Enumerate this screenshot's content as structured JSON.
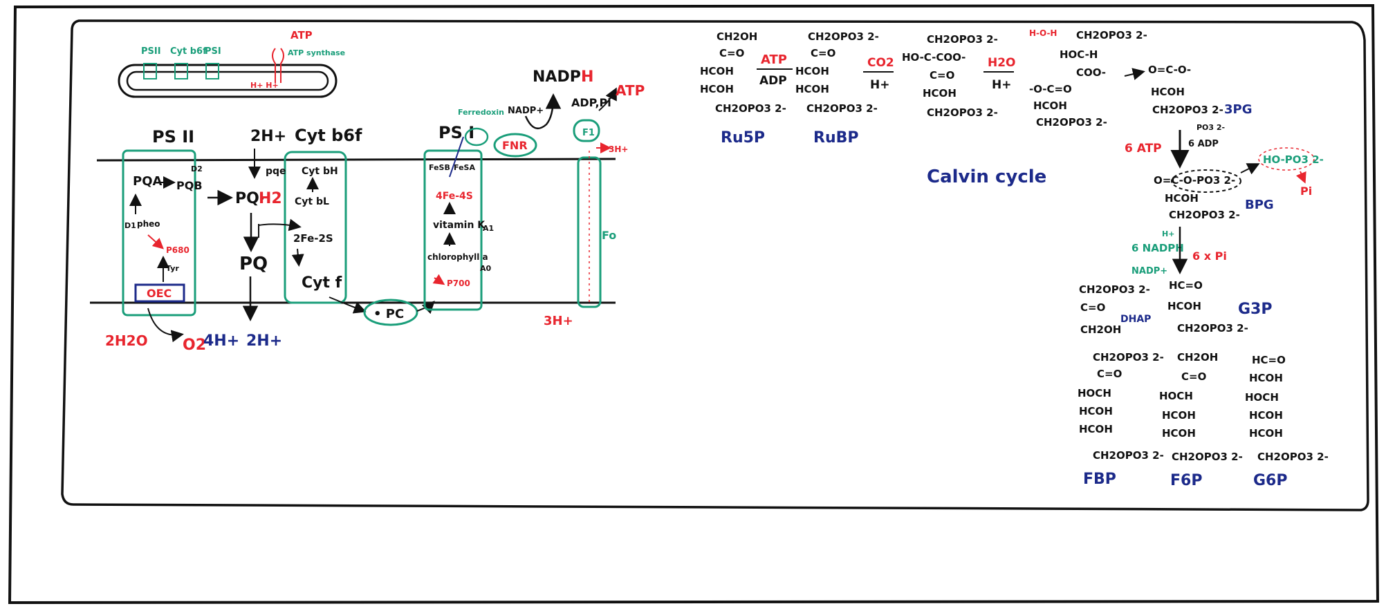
{
  "colors": {
    "ink": "#111111",
    "red": "#e8252e",
    "green": "#1a9e7a",
    "navy": "#1c2a8a"
  },
  "thylakoid_icon": {
    "labels": [
      "PSII",
      "Cyt b6f",
      "PSI"
    ],
    "atp": "ATP",
    "atp_synthase": "ATP synthase",
    "proton": "H+ H+"
  },
  "light_reactions": {
    "psii": {
      "title": "PS II",
      "pqa": "PQA",
      "pqb": "PQB",
      "d2": "D2",
      "d1": "D1",
      "pheo": "pheo",
      "p680": "P680",
      "tyr": "Tyr",
      "oec": "OEC",
      "water": "2H2O",
      "o2": "O2",
      "protons_lumen": "4H+"
    },
    "pq_pool": {
      "top_protons": "2H+",
      "pqh2_main": "PQ·",
      "pqh2_h": "H2",
      "pq": "PQ",
      "bottom_protons": "2H+"
    },
    "cytb6f": {
      "title": "Cyt b6f",
      "pqe": "pqe",
      "cyt_bh": "Cyt bH",
      "cyt_bl": "Cyt bL",
      "fe2s": "2Fe-2S",
      "cytf": "Cyt f"
    },
    "pc": "• PC",
    "psi": {
      "title": "PS I",
      "fesb": "FeSB",
      "fesa": "FeSA",
      "fe4s": "4Fe-4S",
      "vitk": "vitamin K",
      "a1": "A1",
      "chl": "chlorophyll a",
      "a0": "A0",
      "p700": "P700"
    },
    "ferredoxin": "Ferredoxin",
    "nadp": "NADP+",
    "nadph_main": "NADP:",
    "nadph_h": "H",
    "fnr": "FNR",
    "atp_synthase": {
      "adp": "ADP,Pi",
      "atp": "ATP",
      "f1": "F1",
      "fo": "Fo",
      "protons_out": "3H+",
      "protons_in": "3H+"
    }
  },
  "calvin": {
    "title": "Calvin cycle",
    "ru5p": {
      "name": "Ru5P",
      "lines": [
        "CH2OH",
        "C=O",
        "HCOH",
        "HCOH",
        "CH2OPO3 2-"
      ]
    },
    "step1": {
      "top": "ATP",
      "bottom": "ADP"
    },
    "rubp": {
      "name": "RuBP",
      "lines": [
        "CH2OPO3 2-",
        "C=O",
        "HCOH",
        "HCOH",
        "CH2OPO3 2-"
      ]
    },
    "step2": {
      "top": "CO2",
      "bottom": "H+"
    },
    "intermediate": {
      "lines": [
        "CH2OPO3 2-",
        "HO-C-COO-",
        "C=O",
        "HCOH",
        "CH2OPO3 2-"
      ]
    },
    "step3": {
      "top": "H2O",
      "bottom": "H+"
    },
    "split": {
      "water": "H-O-H",
      "top_lines": [
        "CH2OPO3 2-",
        "HOC-H",
        "COO-"
      ],
      "bottom_lines": [
        "-O-C=O",
        "HCOH",
        "CH2OPO3 2-"
      ]
    },
    "pg3": {
      "name": "3PG",
      "lines": [
        "O=C-O-",
        "HCOH",
        "CH2OPO3 2-"
      ]
    },
    "step4": {
      "left": "6 ATP",
      "right": "6 ADP",
      "po3": "PO3 2-"
    },
    "bpg": {
      "name": "BPG",
      "lines": [
        "O=C-O-PO3 2-",
        "HCOH",
        "CH2OPO3 2-"
      ],
      "leaving": "HO-PO3 2-",
      "pi": "Pi"
    },
    "step5": {
      "left": "6 NADPH",
      "h": "H+",
      "nadp": "NADP+",
      "right": "6 x Pi"
    },
    "dhap": {
      "name": "DHAP",
      "lines": [
        "CH2OPO3 2-",
        "C=O",
        "CH2OH"
      ]
    },
    "g3p": {
      "name": "G3P",
      "lines": [
        "HC=O",
        "HCOH",
        "CH2OPO3 2-"
      ]
    },
    "fbp": {
      "name": "FBP",
      "lines": [
        "CH2OPO3 2-",
        "C=O",
        "HOCH",
        "HCOH",
        "HCOH",
        "CH2OPO3 2-"
      ]
    },
    "f6p": {
      "name": "F6P",
      "lines": [
        "CH2OH",
        "C=O",
        "HOCH",
        "HCOH",
        "HCOH",
        "CH2OPO3 2-"
      ]
    },
    "g6p": {
      "name": "G6P",
      "lines": [
        "HC=O",
        "HCOH",
        "HOCH",
        "HCOH",
        "HCOH",
        "CH2OPO3 2-"
      ]
    }
  }
}
